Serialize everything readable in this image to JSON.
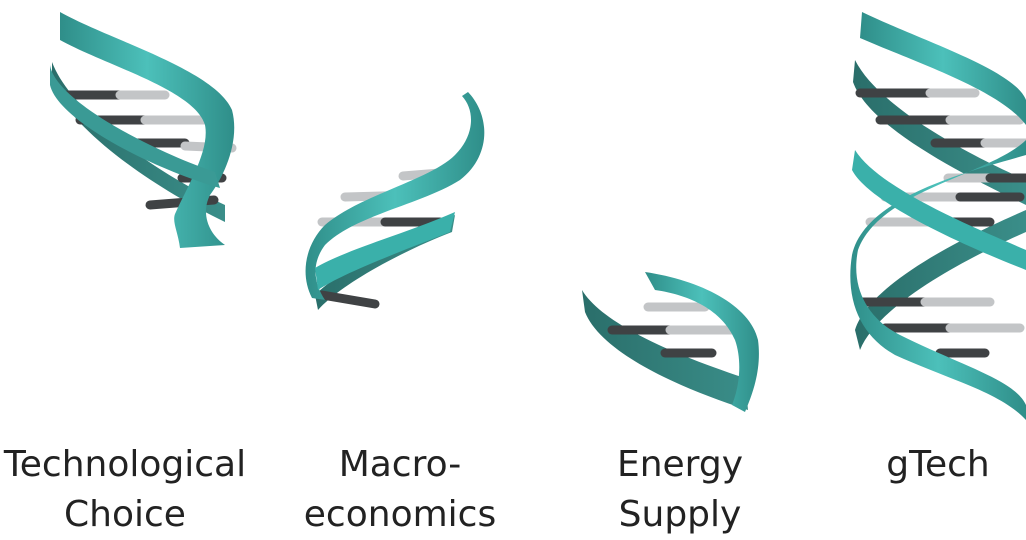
{
  "colors": {
    "ribbon_front": "#45b5b0",
    "ribbon_back": "#2f7a76",
    "rung_dark": "#3f4244",
    "rung_light": "#c3c5c7"
  },
  "strands": [
    {
      "name": "technological-choice",
      "label": "Technological\nChoice",
      "icon": "dna-fragment-icon"
    },
    {
      "name": "macroeconomics",
      "label": "Macro-\neconomics",
      "icon": "dna-fragment-icon"
    },
    {
      "name": "energy-supply",
      "label": "Energy\nSupply",
      "icon": "dna-fragment-icon"
    },
    {
      "name": "gtech",
      "label": "gTech",
      "icon": "dna-double-helix-icon"
    }
  ]
}
